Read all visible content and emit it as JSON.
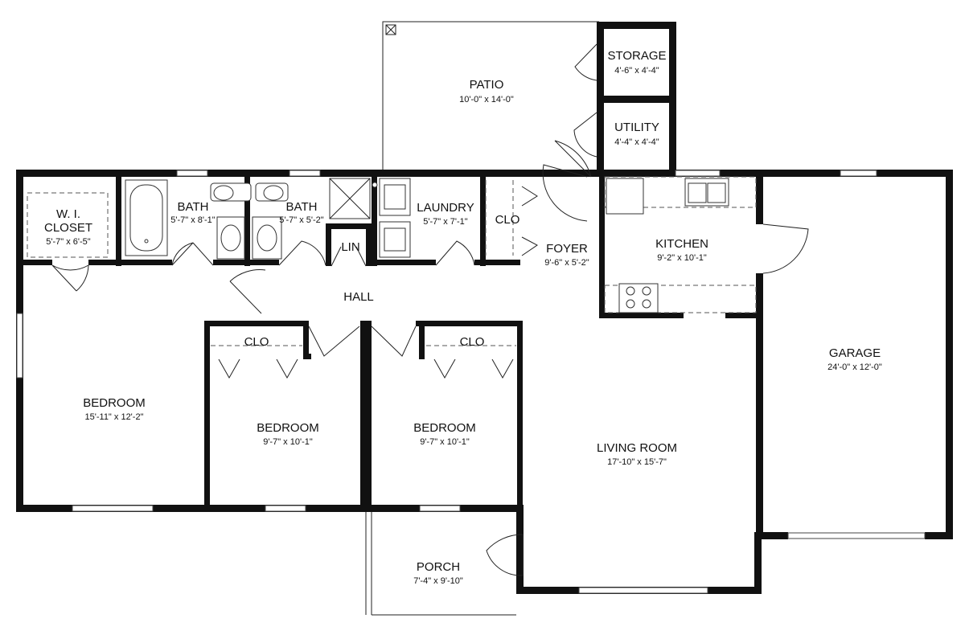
{
  "rooms": {
    "patio": {
      "name": "PATIO",
      "dim": "10'-0\" x 14'-0\""
    },
    "storage": {
      "name": "STORAGE",
      "dim": "4'-6\" x 4'-4\""
    },
    "utility": {
      "name": "UTILITY",
      "dim": "4'-4\" x 4'-4\""
    },
    "wic": {
      "name1": "W. I.",
      "name2": "CLOSET",
      "dim": "5'-7\" x 6'-5\""
    },
    "bath1": {
      "name": "BATH",
      "dim": "5'-7\" x 8'-1\""
    },
    "bath2": {
      "name": "BATH",
      "dim": "5'-7\" x 5'-2\""
    },
    "laundry": {
      "name": "LAUNDRY",
      "dim": "5'-7\" x 7'-1\""
    },
    "foyer_clo": {
      "name": "CLO"
    },
    "foyer": {
      "name": "FOYER",
      "dim": "9'-6\" x 5'-2\""
    },
    "kitchen": {
      "name": "KITCHEN",
      "dim": "9'-2\" x 10'-1\""
    },
    "lin": {
      "name": "LIN"
    },
    "hall": {
      "name": "HALL"
    },
    "clo_a": {
      "name": "CLO"
    },
    "clo_b": {
      "name": "CLO"
    },
    "garage": {
      "name": "GARAGE",
      "dim": "24'-0\" x 12'-0\""
    },
    "bedroom_master": {
      "name": "BEDROOM",
      "dim": "15'-11\" x 12'-2\""
    },
    "bedroom_2": {
      "name": "BEDROOM",
      "dim": "9'-7\" x 10'-1\""
    },
    "bedroom_3": {
      "name": "BEDROOM",
      "dim": "9'-7\" x 10'-1\""
    },
    "living": {
      "name": "LIVING ROOM",
      "dim": "17'-10\" x 15'-7\""
    },
    "porch": {
      "name": "PORCH",
      "dim": "7'-4\" x 9'-10\""
    }
  },
  "colors": {
    "wall": "#111111",
    "background": "#ffffff"
  }
}
